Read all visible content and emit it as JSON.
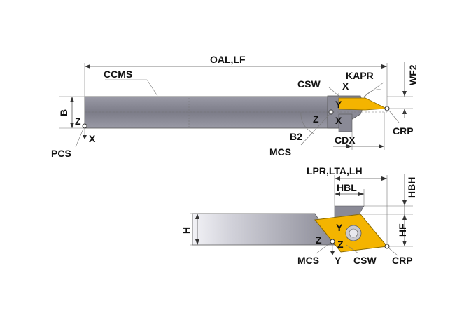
{
  "colors": {
    "body_dark": "#8a8a96",
    "body_light": "#d8d8e0",
    "insert_yellow": "#f4b400",
    "insert_edge": "#8a6a00",
    "dimension_line": "#555555",
    "background": "#ffffff"
  },
  "top_view": {
    "overall_length": "OAL,LF",
    "shank_angle": "CCMS",
    "cutting_width": "CSW",
    "approach_angle": "KAPR",
    "width_dimension": "WF2",
    "shank_height": "B",
    "coordinate_system": "PCS",
    "cutting_ref_point": "CRP",
    "machining_coord": "MCS",
    "cut_depth": "CDX",
    "b2": "B2",
    "axis_x": "X",
    "axis_y": "Y",
    "axis_z": "Z"
  },
  "side_view": {
    "length_dimension": "LPR,LTA,LH",
    "head_length": "HBL",
    "head_height": "HBH",
    "functional_height": "HF",
    "shank_height": "H",
    "machining_coord": "MCS",
    "cutting_width": "CSW",
    "cutting_ref_point": "CRP",
    "axis_y": "Y",
    "axis_z": "Z"
  }
}
